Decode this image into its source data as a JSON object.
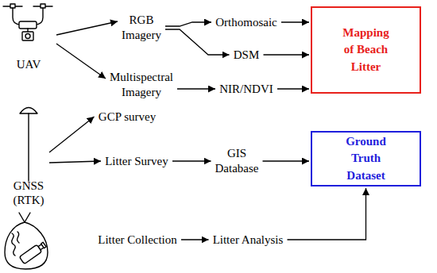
{
  "diagram": {
    "nodes": [
      {
        "text": [
          "UAV"
        ]
      },
      {
        "text": [
          "RGB Imagery"
        ]
      },
      {
        "text": [
          "Orthomosaic"
        ]
      },
      {
        "text": [
          "DSM"
        ]
      },
      {
        "text": [
          "Multispectral Imagery"
        ]
      },
      {
        "text": [
          "NIR/NDVI"
        ]
      },
      {
        "text": [
          "Mapping of Beach Litter"
        ]
      },
      {
        "text": [
          "GNSS (RTK)"
        ]
      },
      {
        "text": [
          "GCP survey"
        ]
      },
      {
        "text": [
          "Litter Survey"
        ]
      },
      {
        "text": [
          "GIS Database"
        ]
      },
      {
        "text": [
          "Ground Truth Dataset"
        ]
      },
      {
        "text": [
          "Litter Collection"
        ]
      },
      {
        "text": [
          "Litter Analysis"
        ]
      }
    ],
    "edges": [
      {
        "from": 0,
        "to": 1,
        "arrow": "to"
      },
      {
        "from": 0,
        "to": 4,
        "arrow": "to"
      },
      {
        "from": 1,
        "to": 2,
        "arrow": "to"
      },
      {
        "from": 1,
        "to": 3,
        "arrow": "to"
      },
      {
        "from": 2,
        "to": 6,
        "arrow": "to"
      },
      {
        "from": 3,
        "to": 6,
        "arrow": "to"
      },
      {
        "from": 4,
        "to": 5,
        "arrow": "to"
      },
      {
        "from": 5,
        "to": 6,
        "arrow": "to"
      },
      {
        "from": 7,
        "to": 8,
        "arrow": "to"
      },
      {
        "from": 7,
        "to": 9,
        "arrow": "to"
      },
      {
        "from": 9,
        "to": 10,
        "arrow": "to"
      },
      {
        "from": 10,
        "to": 11,
        "arrow": "to"
      },
      {
        "from": 12,
        "to": 13,
        "arrow": "to"
      },
      {
        "from": 13,
        "to": 11,
        "arrow": "to"
      }
    ]
  }
}
